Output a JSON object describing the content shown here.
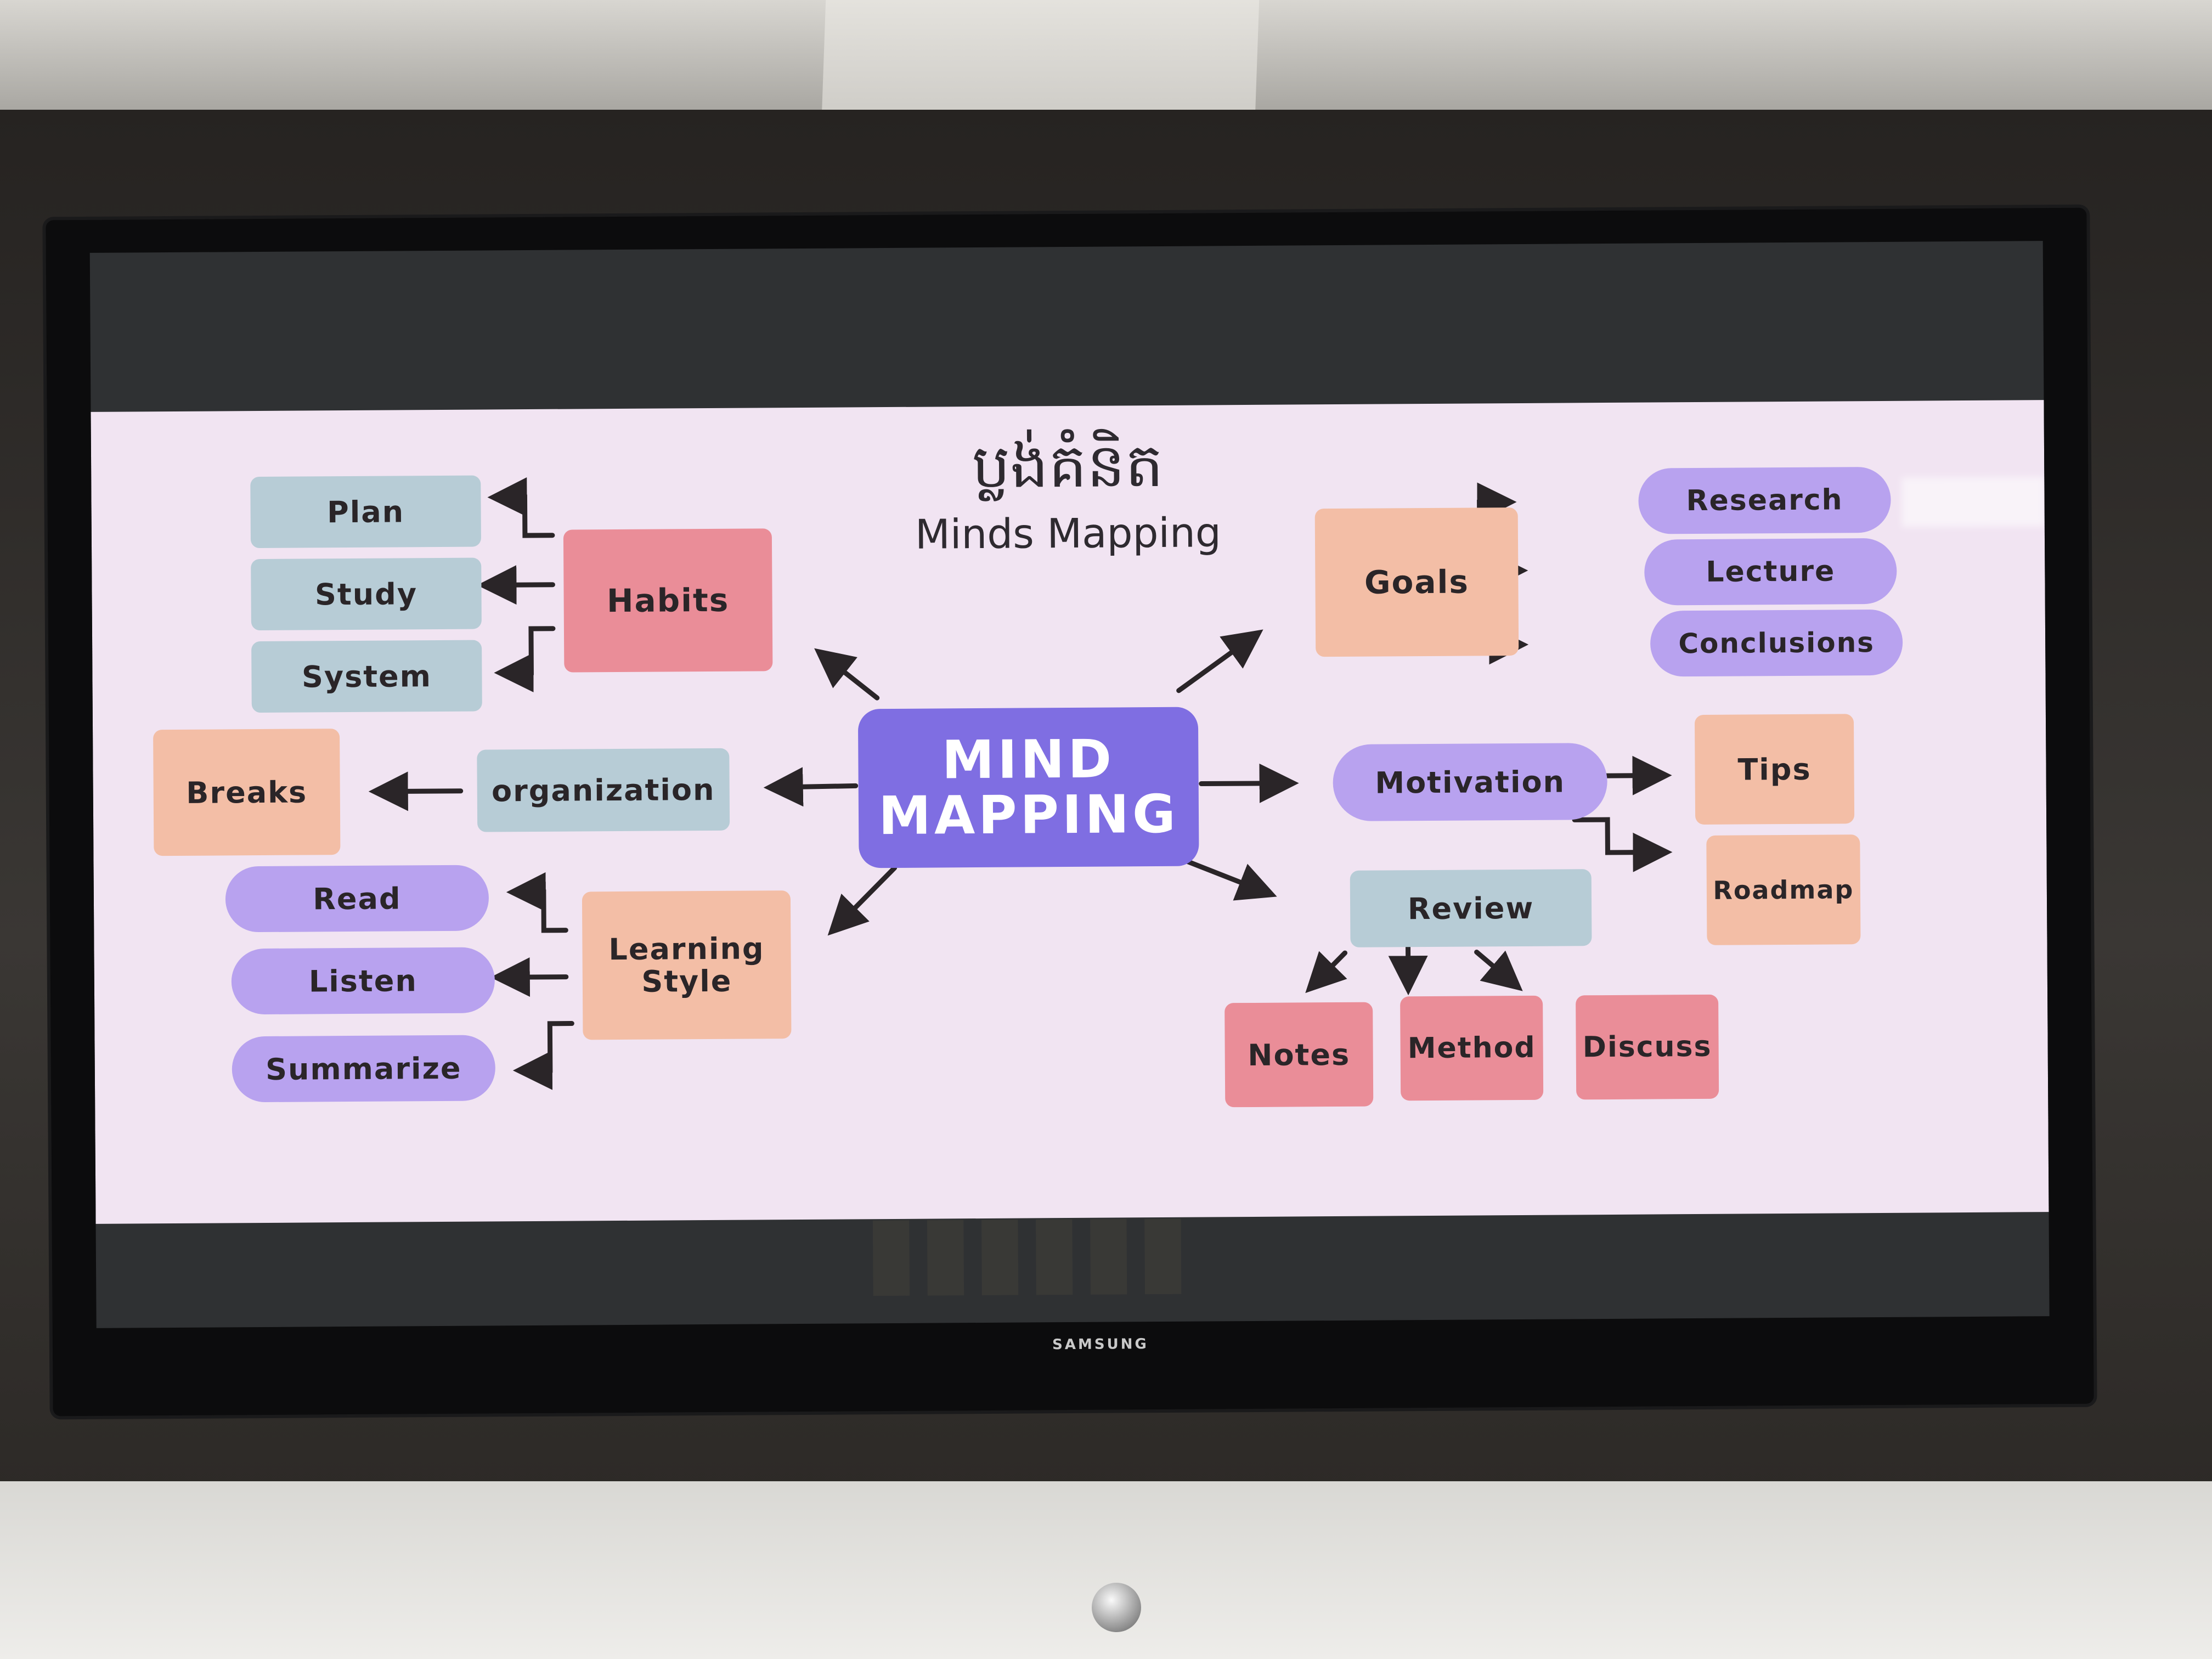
{
  "slide": {
    "title_khmer": "ប្លង់គំនិត",
    "title_english": "Minds Mapping",
    "center": {
      "line1": "MIND",
      "line2": "MAPPING"
    }
  },
  "nodes": {
    "habits": "Habits",
    "plan": "Plan",
    "study": "Study",
    "system": "System",
    "goals": "Goals",
    "research": "Research",
    "lecture": "Lecture",
    "conclusions": "Conclusions",
    "organization": "organization",
    "breaks": "Breaks",
    "motivation": "Motivation",
    "tips": "Tips",
    "roadmap": "Roadmap",
    "learning_style": "Learning Style",
    "read": "Read",
    "listen": "Listen",
    "summarize": "Summarize",
    "review": "Review",
    "notes": "Notes",
    "method": "Method",
    "discuss": "Discuss"
  },
  "tv": {
    "brand": "SAMSUNG"
  },
  "colors": {
    "slide_background": "#f1e4f2",
    "center": "#7f6ee2",
    "blue_box": "#b7ccd6",
    "red_box": "#ea8d98",
    "peach_box": "#f3bea6",
    "purple_pill": "#b8a2ef"
  }
}
